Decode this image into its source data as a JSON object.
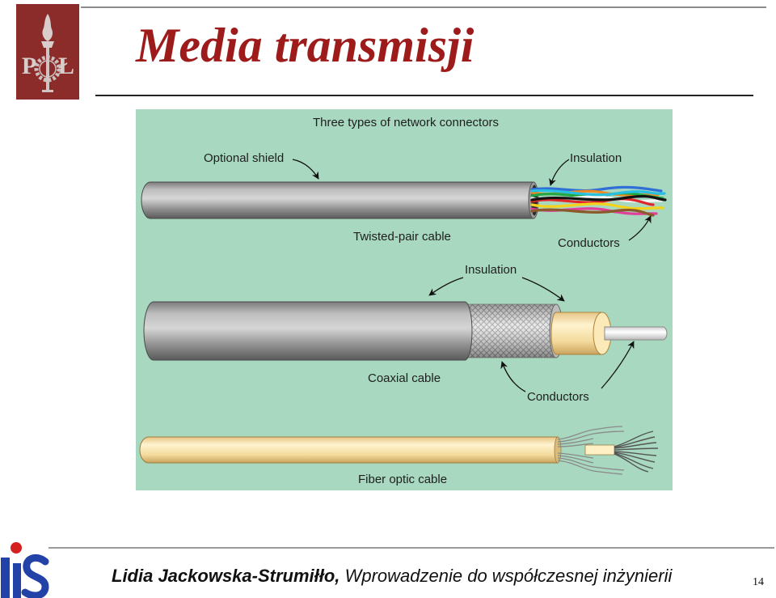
{
  "slide": {
    "title": "Media transmisji",
    "page_number": "14",
    "footer": {
      "author": "Lidia Jackowska-Strumiłło,",
      "course": "Wprowadzenie do współczesnej inżynierii"
    }
  },
  "logos": {
    "top": {
      "icon": "university-emblem-icon",
      "letter_left": "P",
      "letter_right": "Ł"
    },
    "bottom": {
      "icon": "institute-logo-icon"
    }
  },
  "diagram": {
    "title": "Three types of network connectors",
    "twisted_pair": {
      "caption": "Twisted-pair cable",
      "shield_label": "Optional shield",
      "insulation_label": "Insulation",
      "conductors_label": "Conductors"
    },
    "coaxial": {
      "caption": "Coaxial cable",
      "insulation_label": "Insulation",
      "conductors_label": "Conductors"
    },
    "fiber_optic": {
      "caption": "Fiber optic cable"
    }
  },
  "colors": {
    "title": "#9e1b1b",
    "logo_top_background": "#8b2c2a",
    "diagram_background": "#a8d8bf",
    "logo_bottom_blue": "#2342a8",
    "logo_bottom_red": "#d52020"
  }
}
